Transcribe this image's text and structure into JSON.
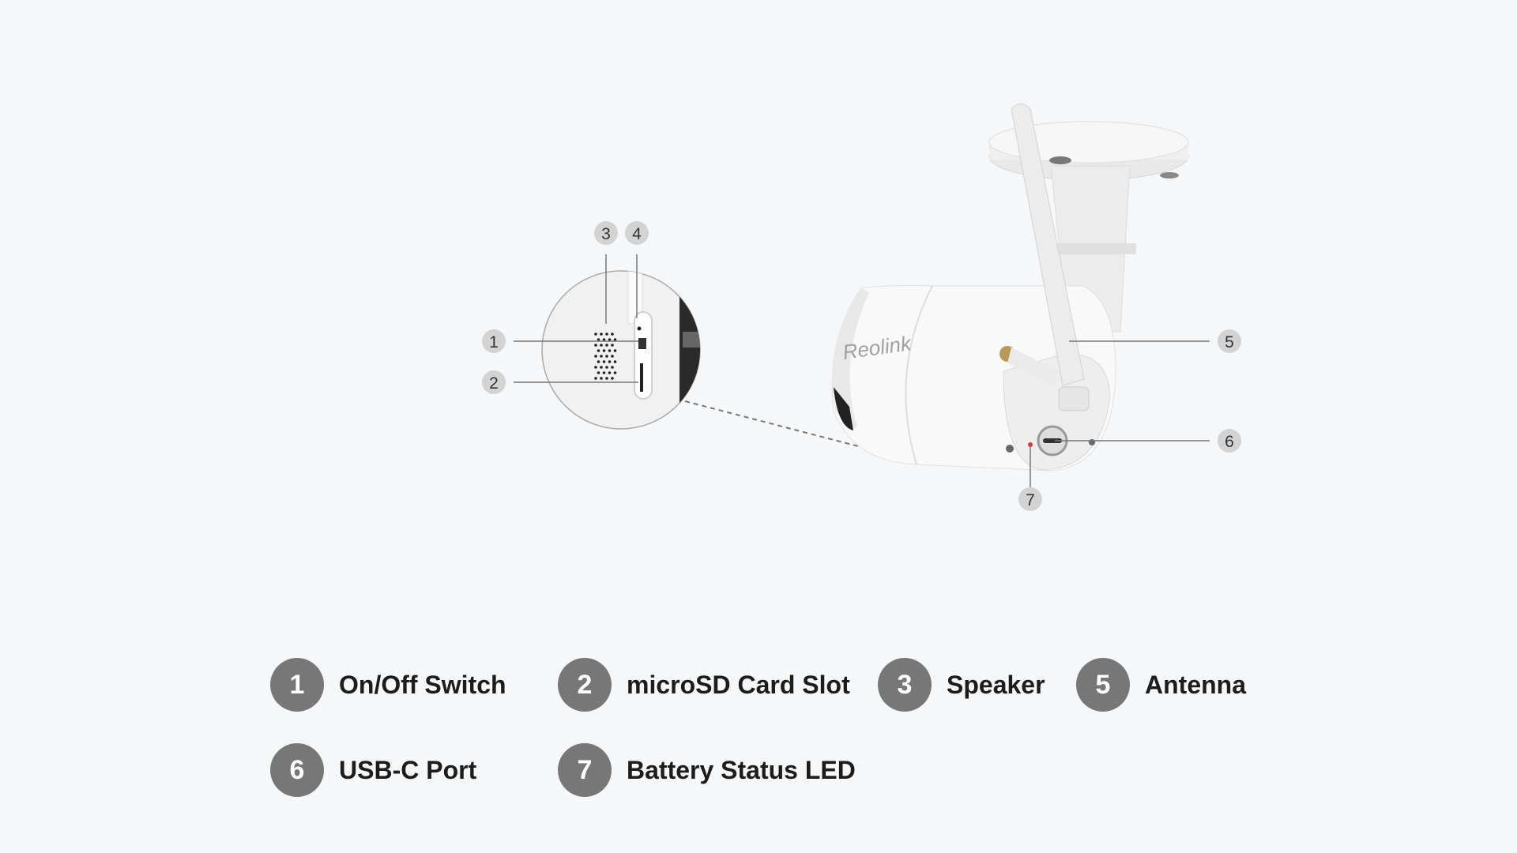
{
  "callouts": {
    "c1": "1",
    "c2": "2",
    "c3": "3",
    "c4": "4",
    "c5": "5",
    "c6": "6",
    "c7": "7"
  },
  "brand_logo": "Reolink",
  "legend": [
    {
      "number": "1",
      "label": "On/Off Switch"
    },
    {
      "number": "2",
      "label": "microSD Card Slot"
    },
    {
      "number": "3",
      "label": "Speaker"
    },
    {
      "number": "5",
      "label": "Antenna"
    },
    {
      "number": "6",
      "label": "USB-C Port"
    },
    {
      "number": "7",
      "label": "Battery Status LED"
    }
  ],
  "colors": {
    "badge": "#777777",
    "background": "#f6f7f9",
    "led": "#e0302a"
  }
}
